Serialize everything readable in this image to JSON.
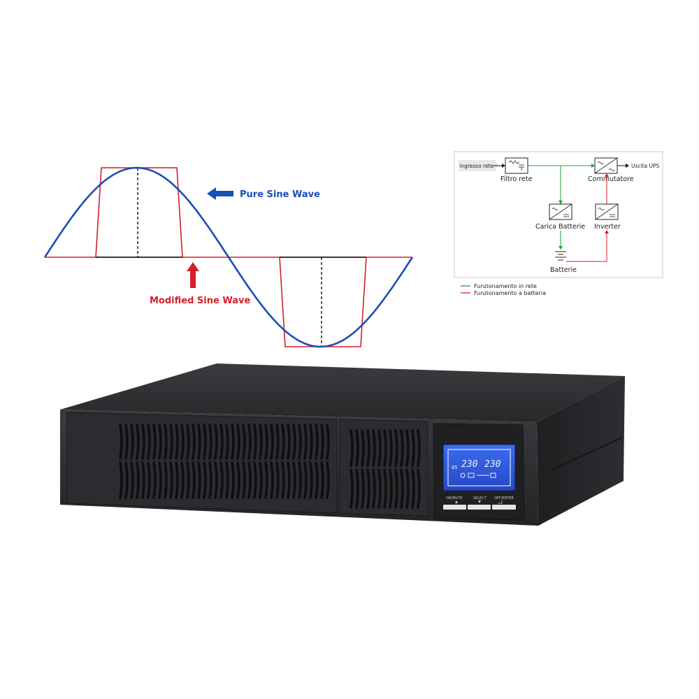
{
  "waveform": {
    "pure_label": "Pure Sine Wave",
    "modified_label": "Modified Sine Wave",
    "colors": {
      "pure": "#1a4fb5",
      "modified": "#d31f2a",
      "axis": "#d31f2a"
    }
  },
  "diagram": {
    "nodes": {
      "input": "Ingresso rete",
      "filter": "Filtro rete",
      "switch": "Commutatore",
      "output": "Uscita UPS",
      "charger": "Carica Batterie",
      "inverter": "Inverter",
      "battery": "Batterie"
    },
    "legend": [
      {
        "label": "Funzionamento in rete",
        "color": "#1f9b3a"
      },
      {
        "label": "Funzionamento a batteria",
        "color": "#d31f2a"
      }
    ]
  },
  "device": {
    "lcd": {
      "value_in": "230",
      "value_out": "230",
      "left_value": "85"
    },
    "buttons": [
      {
        "label": "ON/MUTE",
        "icon": "up-arrow-icon"
      },
      {
        "label": "SELECT",
        "icon": "down-arrow-icon"
      },
      {
        "label": "OFF/ENTER",
        "icon": "enter-icon"
      }
    ],
    "colors": {
      "body": "#2a2b2d",
      "lcd": "#2f5ad8"
    }
  }
}
